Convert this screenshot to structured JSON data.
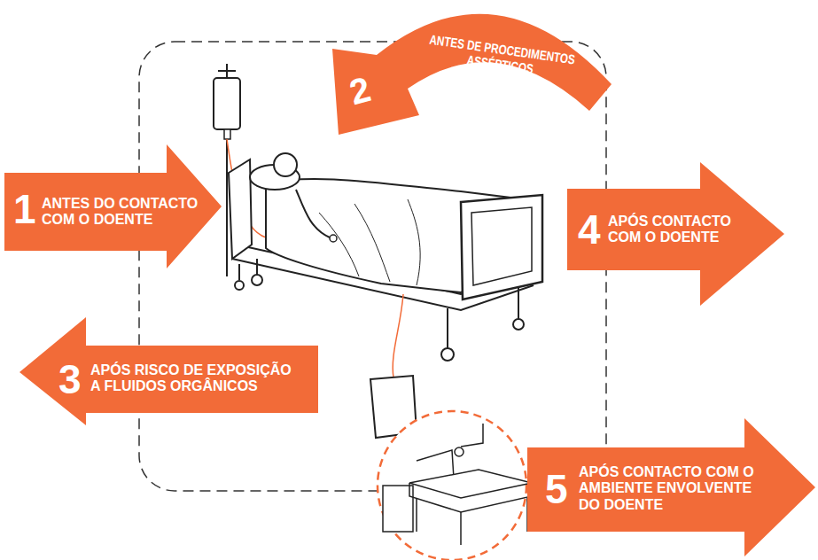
{
  "diagram": {
    "nodes": [
      {
        "text": [
          "2",
          "ANTES DE PROCEDIMENTOS ASSÉPTICOS"
        ]
      },
      {
        "text": [
          "1",
          "ANTES DO CONTACTO COM O DOENTE"
        ]
      },
      {
        "text": [
          "4",
          "APÓS CONTACTO COM O DOENTE"
        ]
      },
      {
        "text": [
          "3",
          "APÓS RISCO DE EXPOSIÇÃO A FLUIDOS ORGÂNICOS"
        ]
      },
      {
        "text": [
          "5",
          "APÓS CONTACTO COM O AMBIENTE ENVOLVENTE DO DOENTE"
        ]
      }
    ]
  }
}
